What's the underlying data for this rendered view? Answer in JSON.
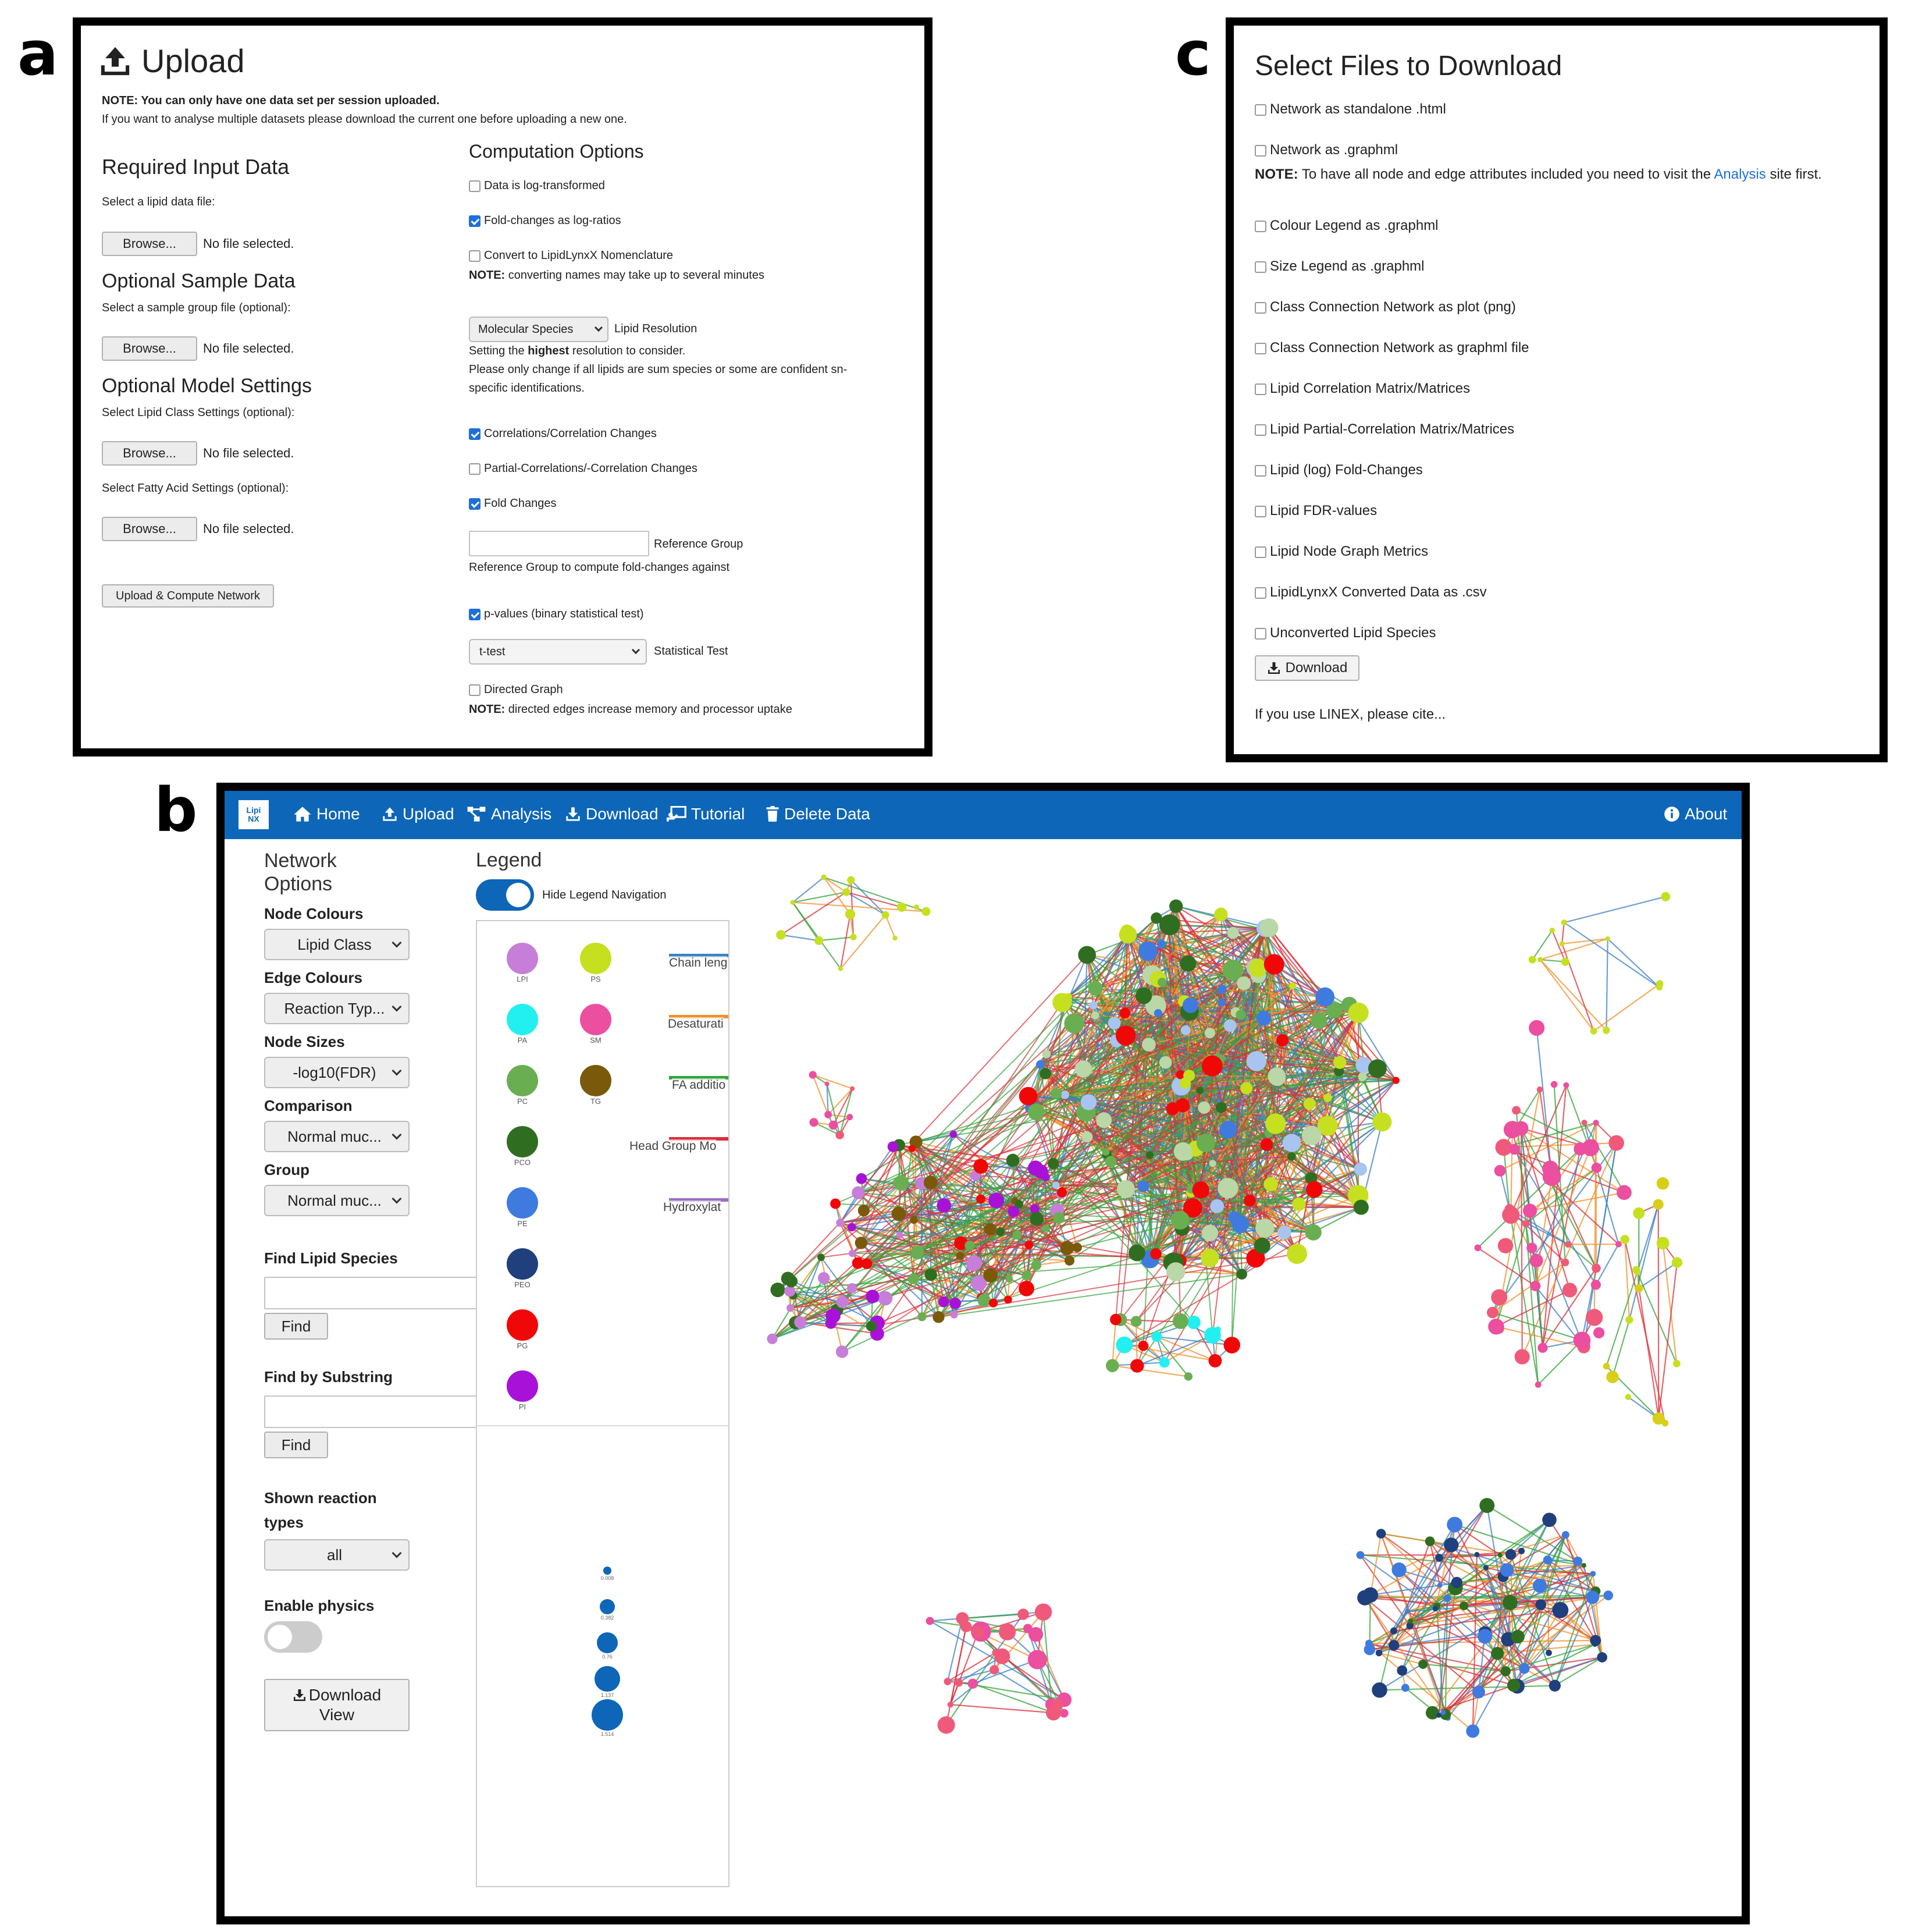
{
  "labels": {
    "a": "a",
    "b": "b",
    "c": "c"
  },
  "upload_panel": {
    "title": "Upload",
    "note_bold": "NOTE: You can only have one data set per session uploaded.",
    "note_text": "If you want to analyse multiple datasets please download the current one before uploading a new one.",
    "required": {
      "heading": "Required Input Data",
      "prompt": "Select a lipid data file:",
      "browse": "Browse...",
      "status": "No file selected."
    },
    "sample": {
      "heading": "Optional Sample Data",
      "prompt": "Select a sample group file (optional):",
      "browse": "Browse...",
      "status": "No file selected."
    },
    "model": {
      "heading": "Optional Model Settings",
      "prompt_class": "Select Lipid Class Settings (optional):",
      "browse1": "Browse...",
      "status1": "No file selected.",
      "prompt_fa": "Select Fatty Acid Settings (optional):",
      "browse2": "Browse...",
      "status2": "No file selected."
    },
    "upload_button": "Upload & Compute Network",
    "computation": {
      "heading": "Computation Options",
      "log_transformed": "Data is log-transformed",
      "fold_log_ratios": "Fold-changes as log-ratios",
      "convert_lynx": "Convert to LipidLynxX Nomenclature",
      "convert_note_bold": "NOTE:",
      "convert_note": " converting names may take up to several minutes",
      "resolution_value": "Molecular Species",
      "resolution_label": "Lipid Resolution",
      "resolution_help_1a": "Setting the ",
      "resolution_help_1b": "highest",
      "resolution_help_1c": " resolution to consider.",
      "resolution_help_2": "Please only change if all lipids are sum species or some are confident sn-",
      "resolution_help_3": "specific identifications.",
      "correlations": "Correlations/Correlation Changes",
      "partial": "Partial-Correlations/-Correlation Changes",
      "fold_changes": "Fold Changes",
      "reference_label": "Reference Group",
      "reference_help": "Reference Group to compute fold-changes against",
      "pvalues": "p-values (binary statistical test)",
      "test_value": "t-test",
      "test_label": "Statistical Test",
      "directed": "Directed Graph",
      "directed_note_bold": "NOTE:",
      "directed_note": " directed edges increase memory and processor uptake"
    }
  },
  "download_panel": {
    "title": "Select Files to Download",
    "items": [
      "Network as standalone .html",
      "Network as .graphml",
      "Colour Legend as .graphml",
      "Size Legend as .graphml",
      "Class Connection Network as plot (png)",
      "Class Connection Network as graphml file",
      "Lipid Correlation Matrix/Matrices",
      "Lipid Partial-Correlation Matrix/Matrices",
      "Lipid (log) Fold-Changes",
      "Lipid FDR-values",
      "Lipid Node Graph Metrics",
      "LipidLynxX Converted Data as .csv",
      "Unconverted Lipid Species"
    ],
    "note_bold": "NOTE:",
    "note_text_1": " To have all node and edge attributes included you need to visit the ",
    "note_link": "Analysis",
    "note_text_2": " site first.",
    "download_button": "Download",
    "cite": "If you use LINEX, please cite..."
  },
  "app": {
    "logo": "Lipi NX",
    "nav": [
      "Home",
      "Upload",
      "Analysis",
      "Download",
      "Tutorial",
      "Delete Data"
    ],
    "about": "About",
    "options": {
      "title_1": "Network",
      "title_2": "Options",
      "node_colours_label": "Node Colours",
      "node_colours_value": "Lipid Class",
      "edge_colours_label": "Edge Colours",
      "edge_colours_value": "Reaction Typ...",
      "node_sizes_label": "Node Sizes",
      "node_sizes_value": "-log10(FDR)",
      "comparison_label": "Comparison",
      "comparison_value": "Normal muc...",
      "group_label": "Group",
      "group_value": "Normal muc...",
      "find_species_label": "Find Lipid Species",
      "find_button_1": "Find",
      "find_substring_label": "Find by Substring",
      "find_button_2": "Find",
      "reaction_label_1": "Shown reaction",
      "reaction_label_2": "types",
      "reaction_value": "all",
      "physics_label": "Enable physics",
      "download_view_1": "Download",
      "download_view_2": "View"
    },
    "legend": {
      "title": "Legend",
      "hide_nav": "Hide Legend Navigation",
      "classes": [
        {
          "name": "LPI",
          "color": "#c77ed8"
        },
        {
          "name": "PS",
          "color": "#c6e020"
        },
        {
          "name": "PA",
          "color": "#22f0f0"
        },
        {
          "name": "SM",
          "color": "#ec4ea0"
        },
        {
          "name": "PC",
          "color": "#6aae52"
        },
        {
          "name": "TG",
          "color": "#7a5a0a"
        },
        {
          "name": "PCO",
          "color": "#2f6e21"
        },
        {
          "name": "PE",
          "color": "#3f7bde"
        },
        {
          "name": "PEO",
          "color": "#1f3f7d"
        },
        {
          "name": "PG",
          "color": "#f00808"
        },
        {
          "name": "PI",
          "color": "#a812d8"
        }
      ],
      "edges": [
        {
          "name": "Chain leng",
          "color": "#3b7fc4"
        },
        {
          "name": "Desaturati",
          "color": "#f0902a"
        },
        {
          "name": "FA additio",
          "color": "#36a33a"
        },
        {
          "name": "Head Group Mo",
          "color": "#d9303a"
        },
        {
          "name": "Hydroxylat",
          "color": "#9a6fc4"
        }
      ],
      "sizes": [
        "0.008",
        "0.382",
        "0.76",
        "1.137",
        "1.514"
      ]
    }
  }
}
